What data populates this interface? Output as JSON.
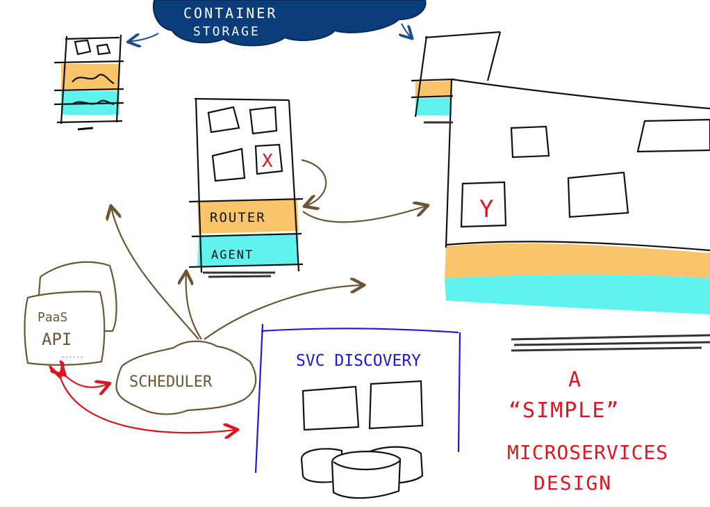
{
  "cloud": {
    "line1": "CONTAINER",
    "line2": "STORAGE",
    "color": "#0b3d7a"
  },
  "host_middle": {
    "cell_mark": "X",
    "router_label": "ROUTER",
    "agent_label": "AGENT"
  },
  "host_large": {
    "cell_mark": "Y"
  },
  "paas": {
    "line1": "PaaS",
    "line2": "API",
    "small_text": "......"
  },
  "scheduler": {
    "label": "SCHEDULER"
  },
  "svc": {
    "label": "SVC DISCOVERY",
    "color": "#1a1adf"
  },
  "caption": {
    "line1": "A",
    "line2": "“SIMPLE”",
    "line3": "MICROSERVICES",
    "line4": "DESIGN",
    "color": "#e0141e"
  },
  "colors": {
    "router_band": "#f9c46a",
    "agent_band": "#5ff2ef",
    "arrow_brown": "#6b5534",
    "arrow_red": "#e0141e",
    "arrow_blue": "#1d4f8a"
  }
}
